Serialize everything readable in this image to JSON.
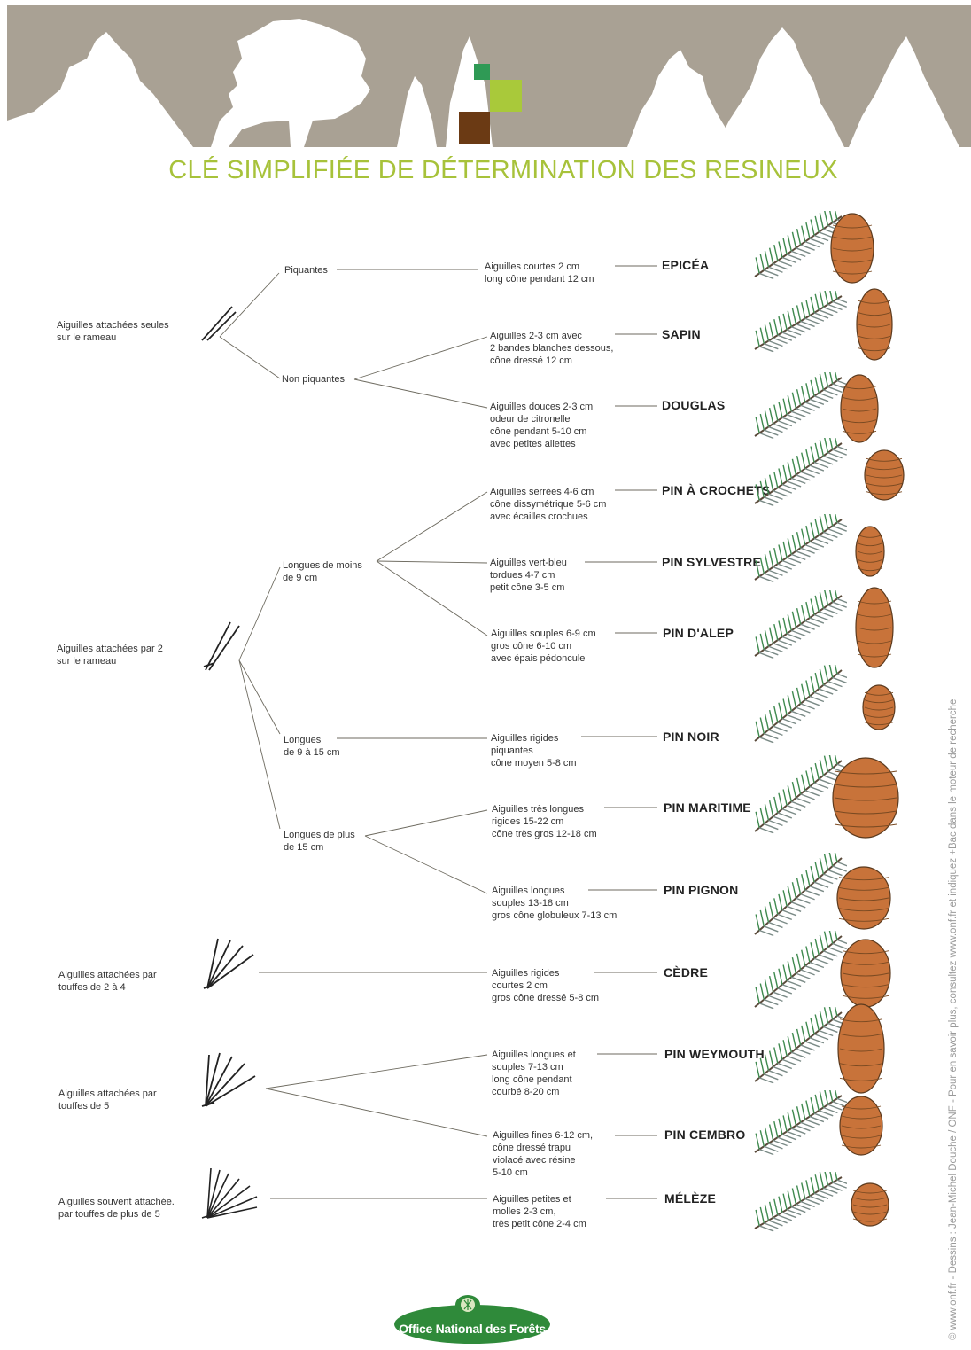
{
  "title": "CLÉ SIMPLIFIÉE DE DÉTERMINATION DES RESINEUX",
  "categories": [
    {
      "label": "Aiguilles attachées seules\nsur le rameau"
    },
    {
      "label": "Aiguilles attachées par 2\nsur le rameau"
    },
    {
      "label": "Aiguilles attachées par\ntouffes de 2 à 4"
    },
    {
      "label": "Aiguilles attachées par\ntouffes de 5"
    },
    {
      "label": "Aiguilles souvent attachée.\npar touffes de plus de 5"
    }
  ],
  "branches": [
    {
      "label": "Piquantes"
    },
    {
      "label": "Non piquantes"
    },
    {
      "label": "Longues de moins\nde 9 cm"
    },
    {
      "label": "Longues\nde 9 à 15 cm"
    },
    {
      "label": "Longues de plus\nde 15 cm"
    }
  ],
  "species": [
    {
      "name": "EPICÉA",
      "desc": "Aiguilles courtes 2 cm\nlong cône pendant 12 cm"
    },
    {
      "name": "SAPIN",
      "desc": "Aiguilles 2-3 cm avec\n2 bandes blanches dessous,\ncône dressé 12 cm"
    },
    {
      "name": "DOUGLAS",
      "desc": "Aiguilles douces 2-3 cm\nodeur de citronelle\ncône pendant 5-10 cm\navec petites ailettes"
    },
    {
      "name": "PIN À CROCHETS",
      "desc": "Aiguilles serrées 4-6 cm\ncône dissymétrique 5-6 cm\navec écailles crochues"
    },
    {
      "name": "PIN SYLVESTRE",
      "desc": "Aiguilles vert-bleu\ntordues 4-7 cm\npetit cône 3-5 cm"
    },
    {
      "name": "PIN D'ALEP",
      "desc": "Aiguilles souples 6-9 cm\ngros cône 6-10 cm\navec épais pédoncule"
    },
    {
      "name": "PIN NOIR",
      "desc": "Aiguilles rigides\npiquantes\ncône moyen 5-8 cm"
    },
    {
      "name": "PIN MARITIME",
      "desc": "Aiguilles très longues\nrigides 15-22 cm\ncône très gros 12-18 cm"
    },
    {
      "name": "PIN PIGNON",
      "desc": "Aiguilles longues\nsouples 13-18 cm\ngros cône globuleux 7-13 cm"
    },
    {
      "name": "CÈDRE",
      "desc": "Aiguilles rigides\ncourtes 2 cm\ngros cône dressé 5-8 cm"
    },
    {
      "name": "PIN WEYMOUTH",
      "desc": "Aiguilles longues et\nsouples 7-13 cm\nlong cône pendant\ncourbé 8-20 cm"
    },
    {
      "name": "PIN CEMBRO",
      "desc": "Aiguilles fines 6-12 cm,\ncône dressé trapu\nviolacé avec résine\n5-10 cm"
    },
    {
      "name": "MÉLÈZE",
      "desc": "Aiguilles petites et\nmolles 2-3 cm,\ntrès petit cône 2-4 cm"
    }
  ],
  "side_note": "© www.onf.fr  -  Dessins : Jean-Michel Douche / ONF  -  Pour en savoir plus, consultez  www.onf.fr  et indiquez  +Bac  dans le moteur de recherche",
  "logo_text": "Office National des Forêts",
  "colors": {
    "banner": "#a9a194",
    "title": "#a7c23a",
    "needle_green": "#3f8a4f",
    "cone_brown": "#c8733a",
    "line": "#6d6a5f"
  }
}
